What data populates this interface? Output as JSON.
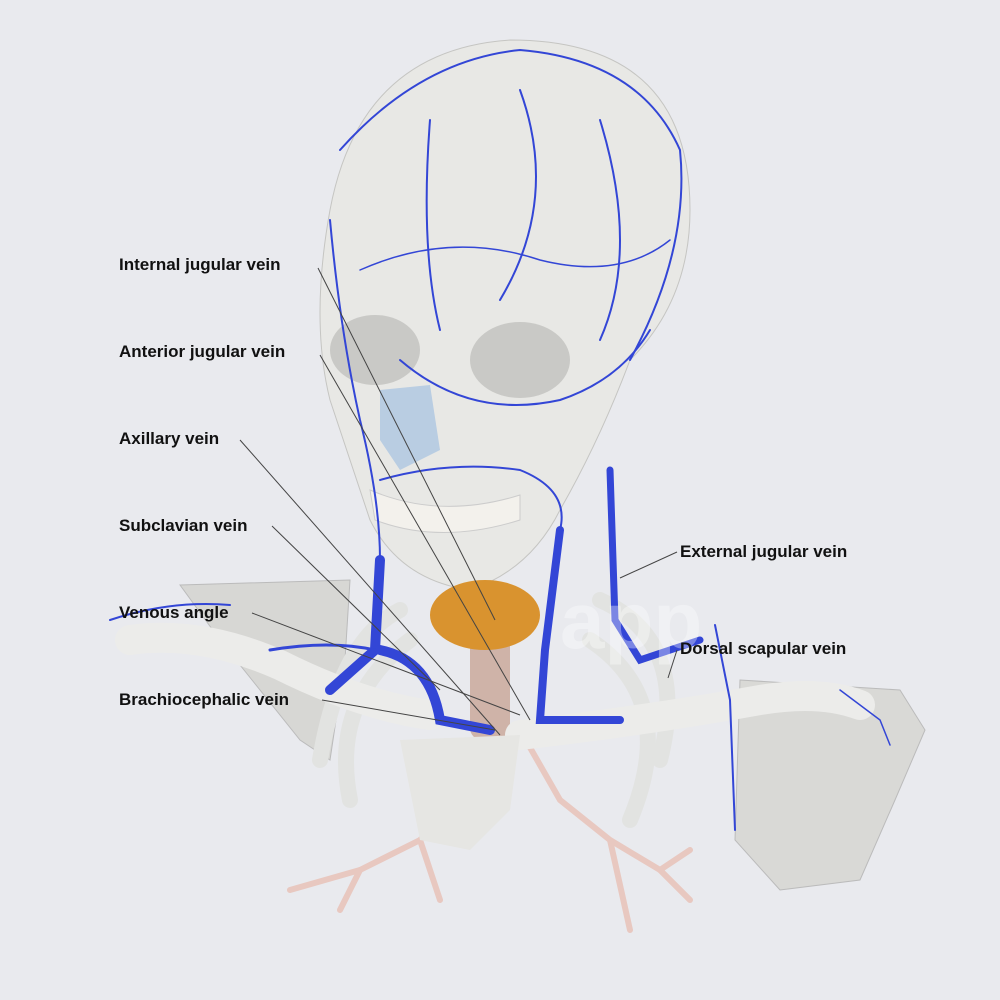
{
  "watermark": "app",
  "labels": {
    "internal_jugular": "Internal jugular vein",
    "anterior_jugular": "Anterior jugular vein",
    "axillary": "Axillary vein",
    "subclavian": "Subclavian vein",
    "venous_angle": "Venous angle",
    "brachiocephalic": "Brachiocephalic vein",
    "external_jugular": "External jugular vein",
    "dorsal_scapular": "Dorsal scapular vein"
  },
  "colors": {
    "vein": "#3346d6",
    "bone": "#e4e5e3",
    "thyroid": "#d9932f",
    "background": "#e9eaee"
  }
}
